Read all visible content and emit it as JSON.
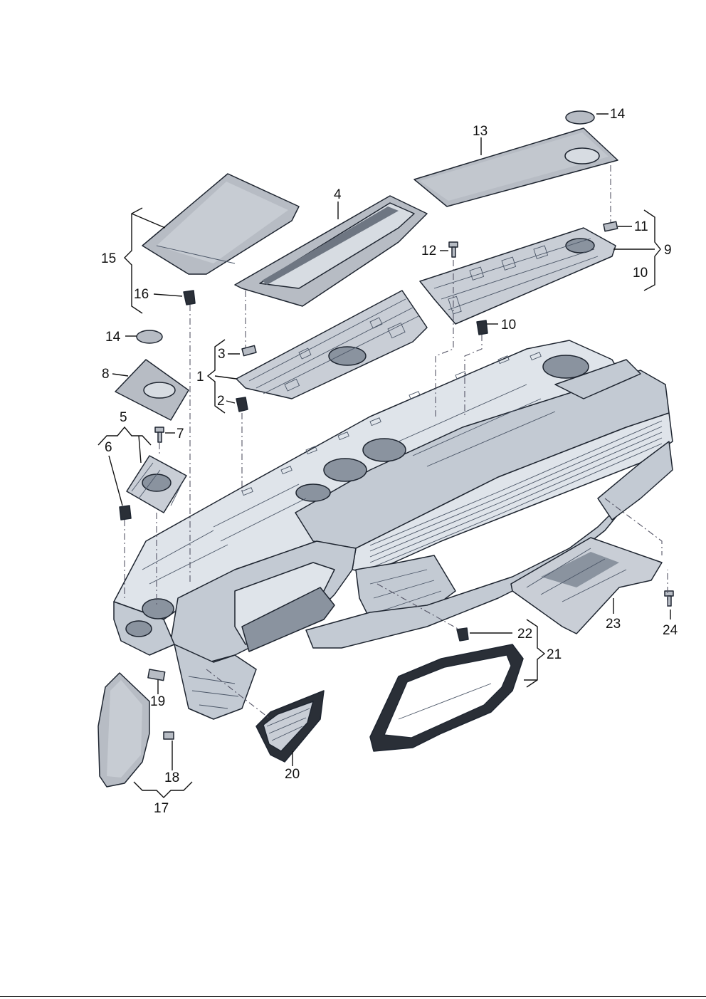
{
  "labels": {
    "l1": "1",
    "l2": "2",
    "l3": "3",
    "l4": "4",
    "l5": "5",
    "l6": "6",
    "l7": "7",
    "l8": "8",
    "l9": "9",
    "l10a": "10",
    "l10b": "10",
    "l11": "11",
    "l12": "12",
    "l13": "13",
    "l14a": "14",
    "l14b": "14",
    "l15": "15",
    "l16": "16",
    "l17": "17",
    "l18": "18",
    "l19": "19",
    "l20": "20",
    "l21": "21",
    "l22": "22",
    "l23": "23",
    "l24": "24"
  }
}
